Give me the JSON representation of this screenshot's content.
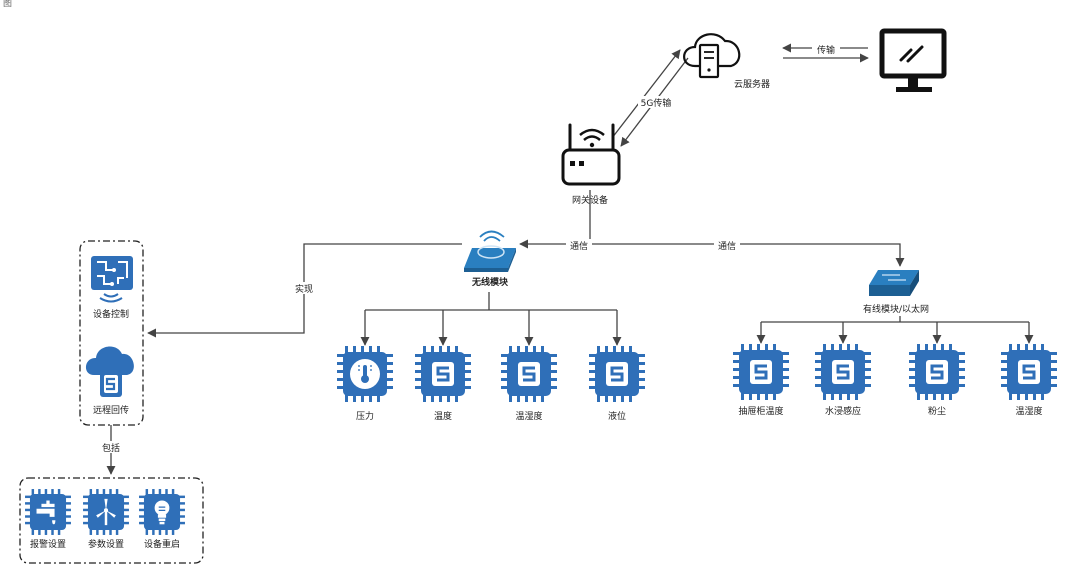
{
  "corner_text": "图",
  "nodes": {
    "cloud_server": "云服务器",
    "gateway": "网关设备",
    "wireless_module": "无线模块",
    "wired_module": "有线模块/以太网",
    "device_control": "设备控制",
    "remote_return": "远程回传"
  },
  "edges": {
    "transfer": "传输",
    "fiveg": "5G传输",
    "comm_left": "通信",
    "comm_right": "通信",
    "implement": "实现",
    "include": "包括"
  },
  "wireless_sensors": [
    "压力",
    "温度",
    "温湿度",
    "液位"
  ],
  "wired_sensors": [
    "抽屉柜温度",
    "水浸感应",
    "粉尘",
    "温湿度"
  ],
  "functions": [
    "报警设置",
    "参数设置",
    "设备重启"
  ],
  "colors": {
    "chip_blue": "#2f6fb8",
    "chip_dark": "#1f5a9e",
    "module_blue": "#2a7fc0",
    "line": "#444444"
  },
  "icons": {
    "chip": "chip-icon",
    "monitor": "monitor-icon",
    "cloud_server": "cloud-server-icon",
    "router": "router-icon",
    "wireless_module": "wireless-module-icon",
    "wired_module": "network-switch-icon",
    "device_control": "circuit-board-icon",
    "remote_return": "cloud-chip-icon",
    "thermometer": "thermometer-icon",
    "faucet": "faucet-icon",
    "wind_turbine": "wind-turbine-icon",
    "light_bulb": "light-bulb-icon"
  }
}
